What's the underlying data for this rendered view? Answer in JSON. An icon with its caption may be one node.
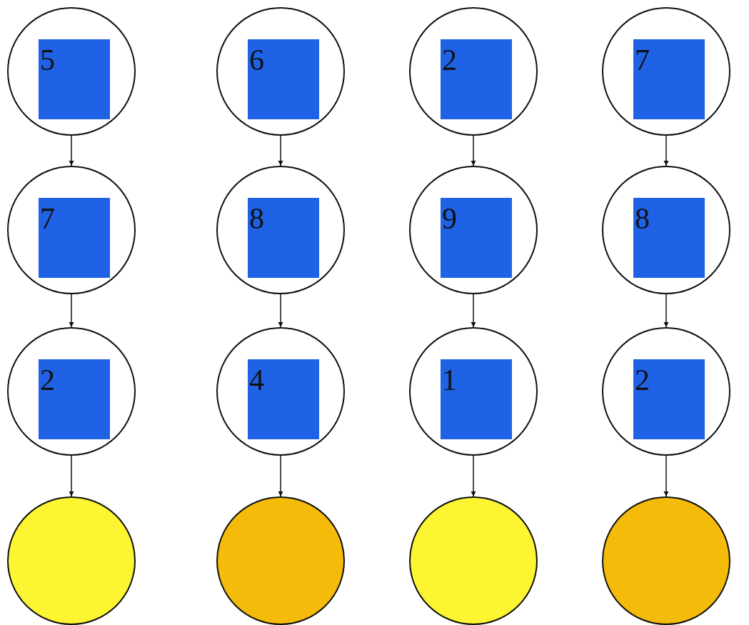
{
  "diagram": {
    "nodes": [
      {
        "text": [],
        "shape": "circle"
      },
      {
        "text": [
          "5"
        ],
        "in": 0
      },
      {
        "text": [],
        "shape": "circle"
      },
      {
        "text": [
          "6"
        ],
        "in": 2
      },
      {
        "text": [],
        "shape": "circle"
      },
      {
        "text": [
          "2"
        ],
        "in": 4
      },
      {
        "text": [],
        "shape": "circle"
      },
      {
        "text": [
          "7"
        ],
        "in": 6
      },
      {
        "text": [],
        "shape": "circle"
      },
      {
        "text": [
          "7"
        ],
        "in": 8
      },
      {
        "text": [],
        "shape": "circle"
      },
      {
        "text": [
          "8"
        ],
        "in": 10
      },
      {
        "text": [],
        "shape": "circle"
      },
      {
        "text": [
          "9"
        ],
        "in": 12
      },
      {
        "text": [],
        "shape": "circle"
      },
      {
        "text": [
          "8"
        ],
        "in": 14
      },
      {
        "text": [],
        "shape": "circle"
      },
      {
        "text": [
          "2"
        ],
        "in": 16
      },
      {
        "text": [],
        "shape": "circle"
      },
      {
        "text": [
          "4"
        ],
        "in": 18
      },
      {
        "text": [],
        "shape": "circle"
      },
      {
        "text": [
          "1"
        ],
        "in": 20
      },
      {
        "text": [],
        "shape": "circle"
      },
      {
        "text": [
          "2"
        ],
        "in": 22
      },
      {
        "text": [],
        "shape": "circle"
      },
      {
        "text": [],
        "shape": "circle"
      },
      {
        "text": [],
        "shape": "circle"
      },
      {
        "text": [],
        "shape": "circle"
      }
    ],
    "edges": [
      {
        "from": 0,
        "to": 8,
        "arrow": "to"
      },
      {
        "from": 2,
        "to": 10,
        "arrow": "to"
      },
      {
        "from": 4,
        "to": 12,
        "arrow": "to"
      },
      {
        "from": 6,
        "to": 14,
        "arrow": "to"
      },
      {
        "from": 8,
        "to": 16,
        "arrow": "to"
      },
      {
        "from": 10,
        "to": 18,
        "arrow": "to"
      },
      {
        "from": 12,
        "to": 20,
        "arrow": "to"
      },
      {
        "from": 14,
        "to": 22,
        "arrow": "to"
      },
      {
        "from": 16,
        "to": 24,
        "arrow": "to"
      },
      {
        "from": 18,
        "to": 25,
        "arrow": "to"
      },
      {
        "from": 20,
        "to": 26,
        "arrow": "to"
      },
      {
        "from": 22,
        "to": 27,
        "arrow": "to"
      }
    ]
  }
}
